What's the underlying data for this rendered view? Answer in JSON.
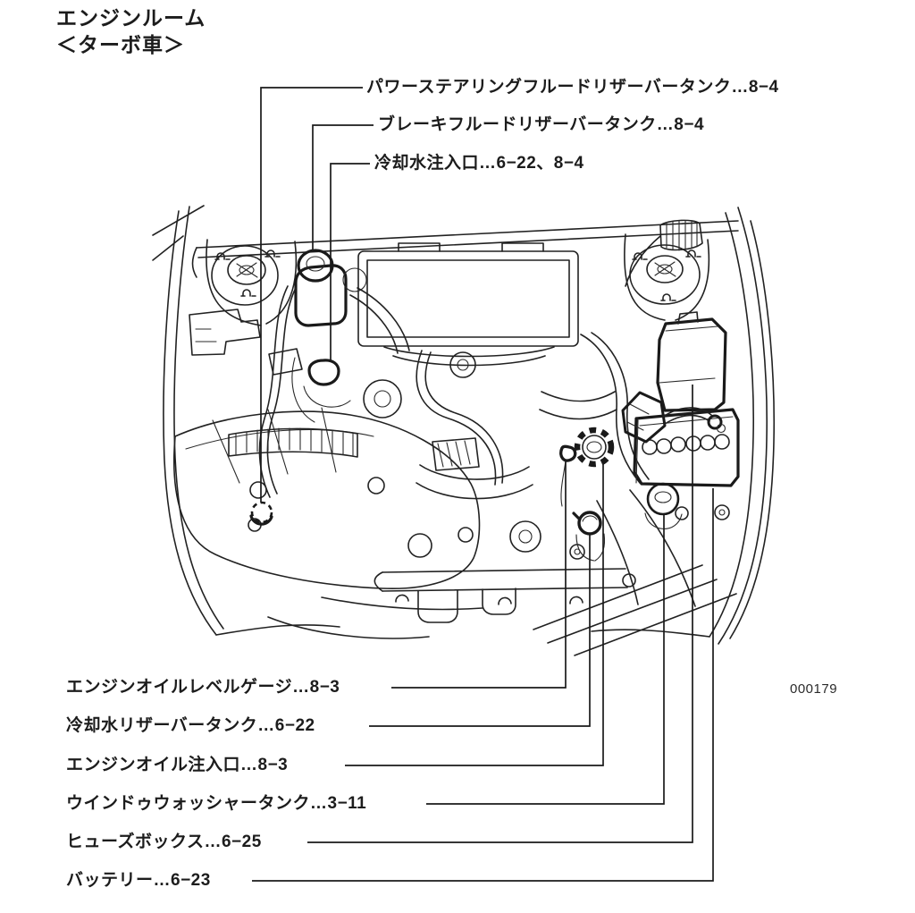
{
  "page": {
    "title": "エンジンルーム",
    "subtitle": "＜ターボ車＞",
    "figure_code": "000179"
  },
  "colors": {
    "ink": "#1a1a1a",
    "background": "#ffffff"
  },
  "callouts": {
    "top": [
      {
        "text": "パワーステアリングフルードリザーバータンク…8−4"
      },
      {
        "text": "ブレーキフルードリザーバータンク…8−4"
      },
      {
        "text": "冷却水注入口…6−22、8−4"
      }
    ],
    "bottom": [
      {
        "text": "エンジンオイルレベルゲージ…8−3"
      },
      {
        "text": "冷却水リザーバータンク…6−22"
      },
      {
        "text": "エンジンオイル注入口…8−3"
      },
      {
        "text": "ウインドゥウォッシャータンク…3−11"
      },
      {
        "text": "ヒューズボックス…6−25"
      },
      {
        "text": "バッテリー…6−23"
      }
    ]
  }
}
